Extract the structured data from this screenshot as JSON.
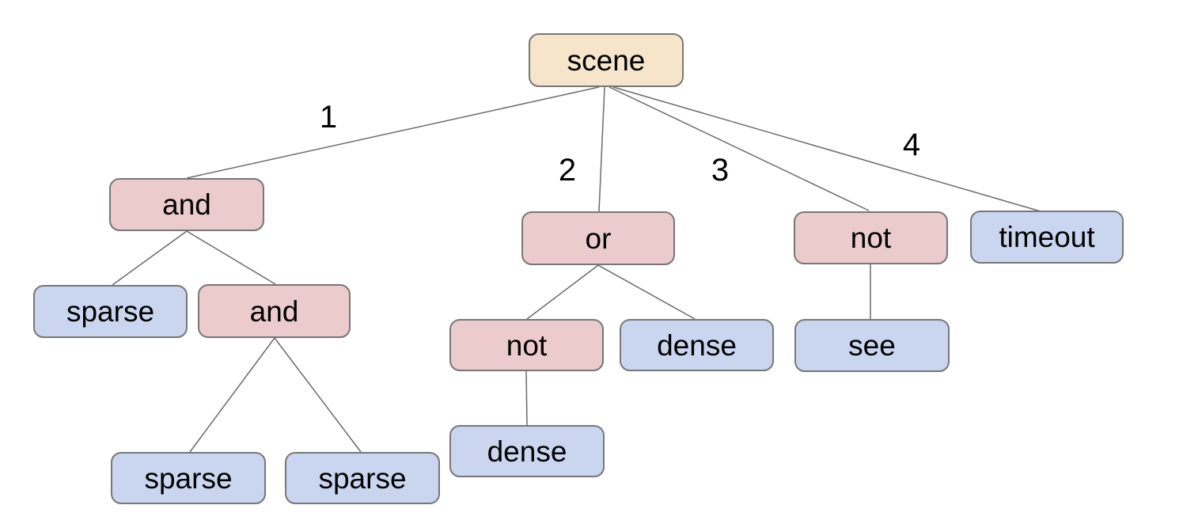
{
  "colors": {
    "background": "#ffffff",
    "root_fill": "#f6e5cb",
    "operator_fill": "#ebcbcb",
    "leaf_fill": "#cad6ef",
    "node_border": "#777777",
    "edge_line": "#6b6b6b",
    "text": "#000000"
  },
  "nodes": {
    "scene": {
      "label": "scene",
      "type": "root"
    },
    "and1": {
      "label": "and",
      "type": "operator"
    },
    "or1": {
      "label": "or",
      "type": "operator"
    },
    "not1": {
      "label": "not",
      "type": "operator"
    },
    "timeout": {
      "label": "timeout",
      "type": "leaf"
    },
    "sparse1": {
      "label": "sparse",
      "type": "leaf"
    },
    "and2": {
      "label": "and",
      "type": "operator"
    },
    "not2": {
      "label": "not",
      "type": "operator"
    },
    "dense1": {
      "label": "dense",
      "type": "leaf"
    },
    "see": {
      "label": "see",
      "type": "leaf"
    },
    "sparse2": {
      "label": "sparse",
      "type": "leaf"
    },
    "sparse3": {
      "label": "sparse",
      "type": "leaf"
    },
    "dense2": {
      "label": "dense",
      "type": "leaf"
    }
  },
  "edge_labels": [
    "1",
    "2",
    "3",
    "4"
  ],
  "tree": {
    "root": "scene",
    "children": [
      {
        "edge": "1",
        "node": "and",
        "children": [
          {
            "node": "sparse"
          },
          {
            "node": "and",
            "children": [
              {
                "node": "sparse"
              },
              {
                "node": "sparse"
              }
            ]
          }
        ]
      },
      {
        "edge": "2",
        "node": "or",
        "children": [
          {
            "node": "not",
            "children": [
              {
                "node": "dense"
              }
            ]
          },
          {
            "node": "dense"
          }
        ]
      },
      {
        "edge": "3",
        "node": "not",
        "children": [
          {
            "node": "see"
          }
        ]
      },
      {
        "edge": "4",
        "node": "timeout"
      }
    ]
  }
}
